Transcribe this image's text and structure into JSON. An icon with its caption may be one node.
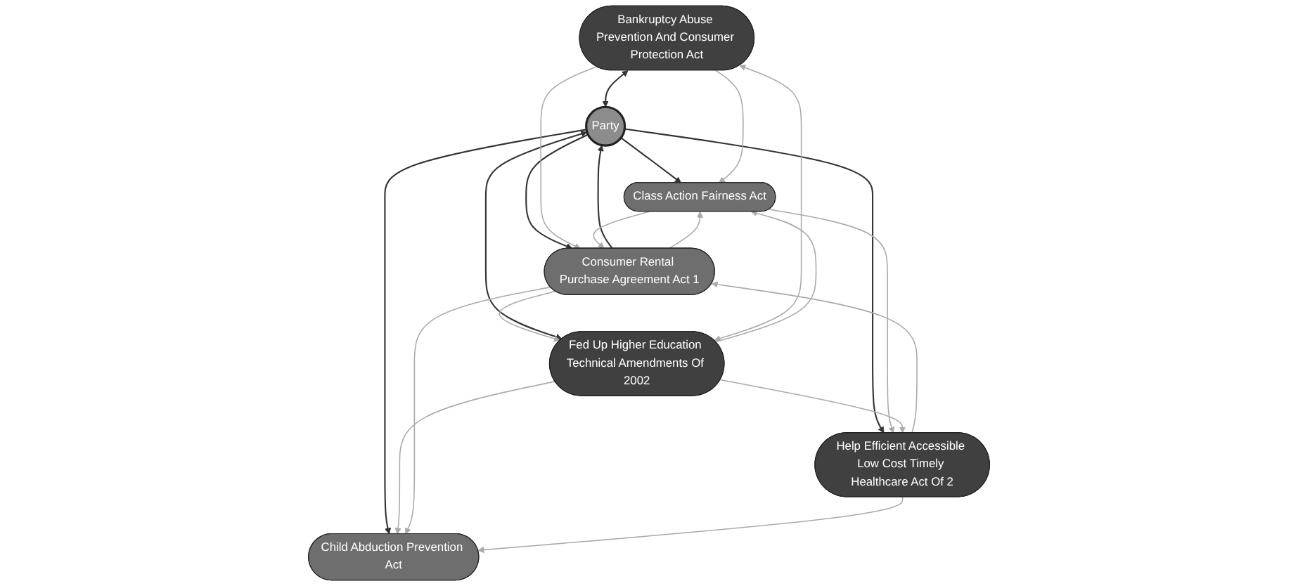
{
  "diagram": {
    "nodes": [
      {
        "text": [
          "Bankruptcy Abuse Prevention And Consumer Protection Act"
        ]
      },
      {
        "text": [
          "Fed Up Higher Education Technical Amendments Of 2002"
        ]
      },
      {
        "text": [
          "Child Abduction Prevention Act"
        ]
      },
      {
        "text": [
          "Party"
        ]
      },
      {
        "text": [
          "Class Action Fairness Act"
        ]
      },
      {
        "text": [
          "Consumer Rental Purchase Agreement Act 1"
        ]
      },
      {
        "text": [
          "Help Efficient Accessible Low Cost Timely Healthcare Act Of 2"
        ]
      }
    ],
    "edges": [
      {
        "from": 0,
        "to": 3,
        "arrow": "both",
        "color": "#333333"
      },
      {
        "from": 1,
        "to": 3,
        "arrow": "both",
        "color": "#333333"
      },
      {
        "from": 3,
        "to": 2,
        "arrow": "to",
        "color": "#333333"
      },
      {
        "from": 3,
        "to": 4,
        "arrow": "to",
        "color": "#333333"
      },
      {
        "from": 3,
        "to": 5,
        "arrow": "to",
        "color": "#333333"
      },
      {
        "from": 5,
        "to": 3,
        "arrow": "to",
        "color": "#333333"
      },
      {
        "from": 3,
        "to": 6,
        "arrow": "to",
        "color": "#333333"
      },
      {
        "from": 1,
        "to": 0,
        "arrow": "both"
      },
      {
        "from": 1,
        "to": 2,
        "arrow": "to"
      },
      {
        "from": 1,
        "to": 4,
        "arrow": "to"
      },
      {
        "from": 0,
        "to": 4,
        "arrow": "to"
      },
      {
        "from": 5,
        "to": 1,
        "arrow": "to"
      },
      {
        "from": 0,
        "to": 5,
        "arrow": "to"
      },
      {
        "from": 4,
        "to": 5,
        "arrow": "to"
      },
      {
        "from": 5,
        "to": 4,
        "arrow": "to"
      },
      {
        "from": 5,
        "to": 2,
        "arrow": "to"
      },
      {
        "from": 6,
        "to": 2,
        "arrow": "to"
      },
      {
        "from": 4,
        "to": 6,
        "arrow": "to"
      },
      {
        "from": 1,
        "to": 6,
        "arrow": "to"
      },
      {
        "from": 6,
        "to": 5,
        "arrow": "to"
      }
    ]
  }
}
